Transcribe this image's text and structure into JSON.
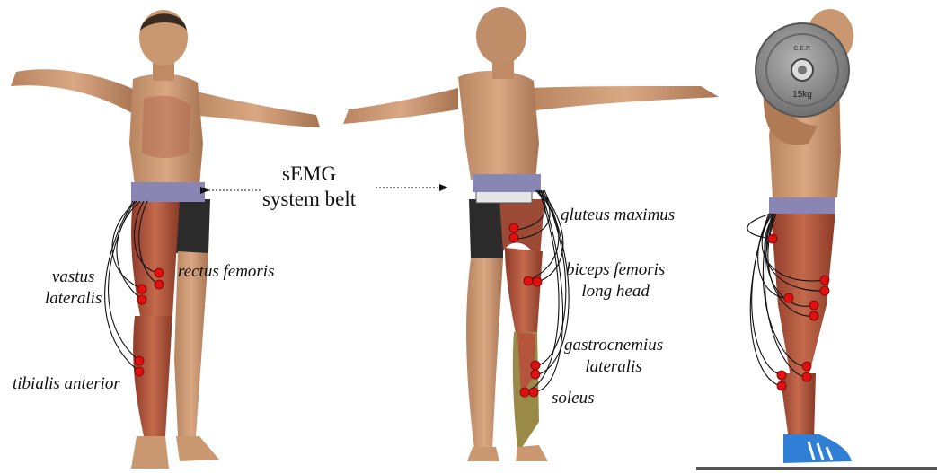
{
  "belt_label": {
    "line1": "sEMG",
    "line2": "system belt"
  },
  "muscles": {
    "vastus_lateralis": {
      "line1": "vastus",
      "line2": "lateralis"
    },
    "rectus_femoris": "rectus femoris",
    "tibialis_anterior": "tibialis anterior",
    "gluteus_maximus": "gluteus maximus",
    "biceps_femoris": {
      "line1": "biceps femoris",
      "line2": "long head"
    },
    "gastrocnemius": {
      "line1": "gastrocnemius",
      "line2": "lateralis"
    },
    "soleus": "soleus"
  },
  "plate": {
    "weight": "15kg",
    "brand": "C.E.P."
  },
  "colors": {
    "belt": "#8a86b4",
    "electrode": "#e01010",
    "skin": "#c99870",
    "muscle": "#a8533c",
    "shorts": "#2b2b2b",
    "shoe": "#2f7fd6",
    "plate": "#8f8f8f"
  }
}
